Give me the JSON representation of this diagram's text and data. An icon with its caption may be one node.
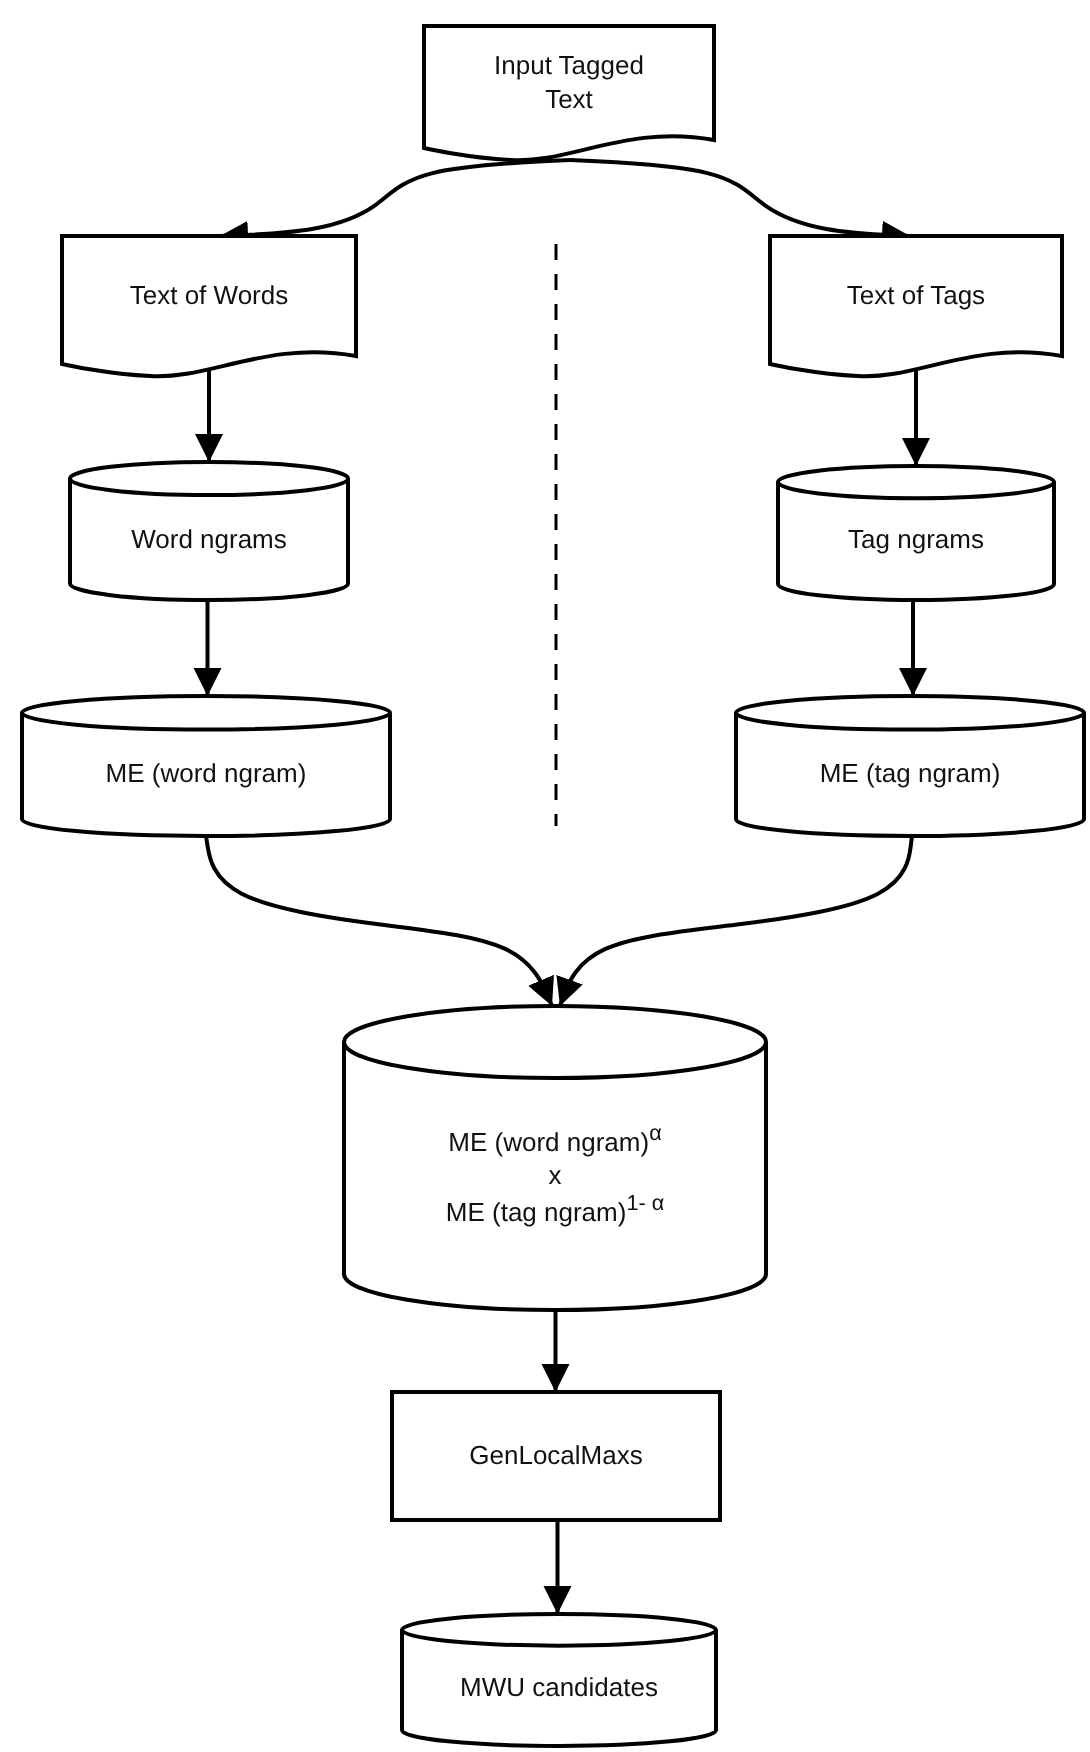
{
  "diagram": {
    "nodes": [
      {
        "text": [
          "Input Tagged Text"
        ]
      },
      {
        "text": [
          "Text of Words"
        ]
      },
      {
        "text": [
          "Text of Tags"
        ]
      },
      {
        "text": [
          "Word ngrams"
        ]
      },
      {
        "text": [
          "Tag ngrams"
        ]
      },
      {
        "text": [
          "ME (word ngram)"
        ]
      },
      {
        "text": [
          "ME (tag ngram)"
        ]
      },
      {
        "text": [
          "ME (word ngram)$^{α}$",
          "x",
          "ME (tag ngram)$^{1- α}$"
        ]
      },
      {
        "text": [
          "GenLocalMaxs"
        ]
      },
      {
        "text": [
          "MWU candidates"
        ]
      }
    ],
    "edges": [
      {
        "from": 0,
        "to": 1,
        "arrow": "to"
      },
      {
        "from": 0,
        "to": 2,
        "arrow": "to"
      },
      {
        "from": 1,
        "to": 3,
        "arrow": "to"
      },
      {
        "from": 2,
        "to": 4,
        "arrow": "to"
      },
      {
        "from": 3,
        "to": 5,
        "arrow": "to"
      },
      {
        "from": 4,
        "to": 6,
        "arrow": "to"
      },
      {
        "from": 5,
        "to": 7,
        "arrow": "to"
      },
      {
        "from": 6,
        "to": 7,
        "arrow": "to"
      },
      {
        "from": 7,
        "to": 8,
        "arrow": "to"
      },
      {
        "from": 8,
        "to": 9,
        "arrow": "to"
      }
    ]
  }
}
